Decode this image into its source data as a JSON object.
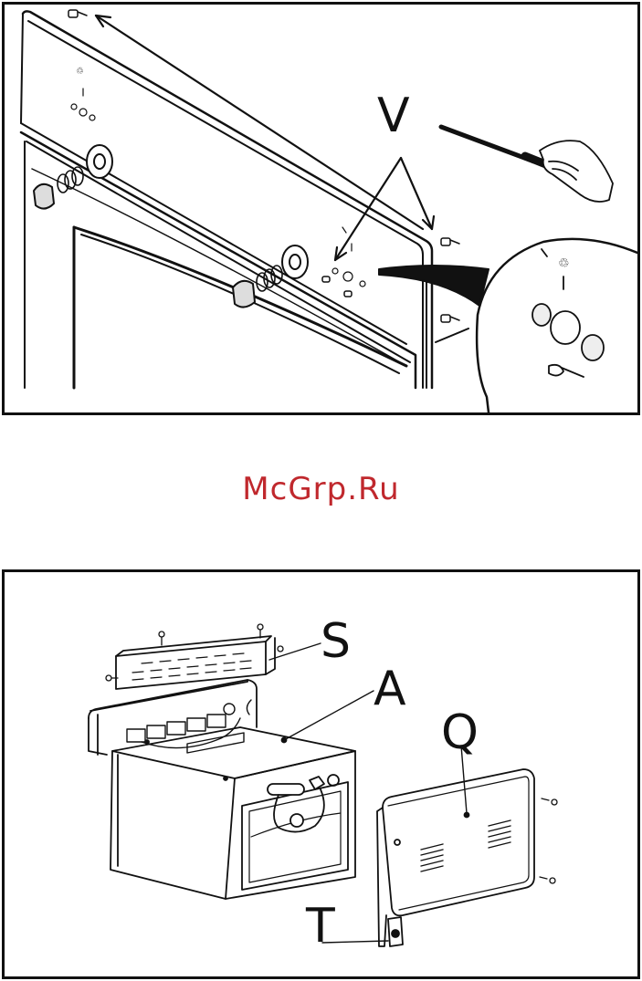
{
  "colors": {
    "line": "#111111",
    "watermark": "#c0282d",
    "background": "#ffffff"
  },
  "figure_top": {
    "callout_v": "V"
  },
  "watermark": {
    "text": "McGrp.Ru"
  },
  "figure_bottom": {
    "callout_s": "S",
    "callout_a": "A",
    "callout_q": "Q",
    "callout_t": "T"
  },
  "icons": [
    "screw-icon",
    "screwdriver-icon",
    "hand-icon",
    "knob-icon",
    "oven-icon",
    "back-panel-icon"
  ]
}
